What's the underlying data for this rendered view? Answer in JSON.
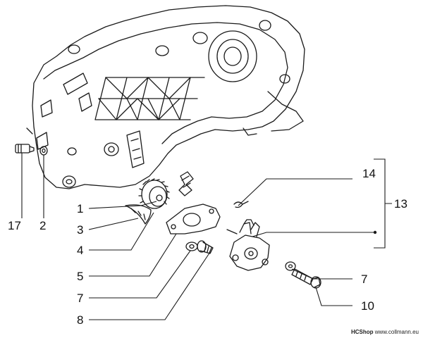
{
  "callouts": {
    "c1": "1",
    "c2": "2",
    "c3": "3",
    "c4": "4",
    "c5": "5",
    "c7a": "7",
    "c7b": "7",
    "c8": "8",
    "c10": "10",
    "c13": "13",
    "c14": "14",
    "c17": "17"
  },
  "credit": {
    "brand": "HCShop",
    "url": "www.collmann.eu"
  },
  "colors": {
    "line": "#1a1a1a",
    "background": "#ffffff"
  }
}
